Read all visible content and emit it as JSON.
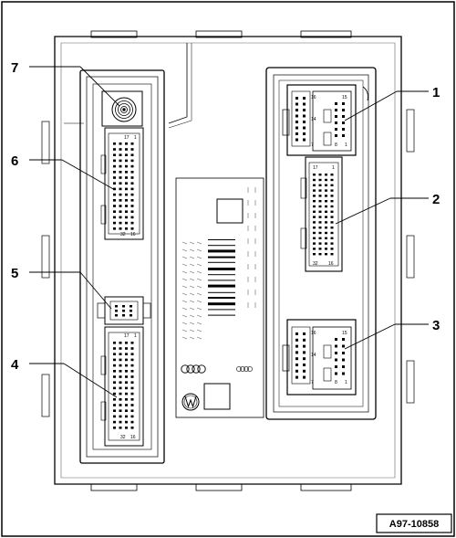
{
  "callouts": [
    {
      "id": "1",
      "label": "1"
    },
    {
      "id": "2",
      "label": "2"
    },
    {
      "id": "3",
      "label": "3"
    },
    {
      "id": "4",
      "label": "4"
    },
    {
      "id": "5",
      "label": "5"
    },
    {
      "id": "6",
      "label": "6"
    },
    {
      "id": "7",
      "label": "7"
    }
  ],
  "figure_ref": "A97-10858",
  "pin_labels": {
    "top_left_17": "17",
    "top_left_1": "1",
    "top_left_32": "32",
    "top_left_16": "16",
    "bottom_left_17": "17",
    "bottom_left_1": "1",
    "bottom_left_32": "32",
    "bottom_left_16": "16",
    "conn1_16": "16",
    "conn1_15": "15",
    "conn1_14": "14",
    "conn1_7": "7",
    "conn1_8": "8",
    "conn1_1": "1",
    "conn2_17": "17",
    "conn2_32": "32",
    "conn2_16": "16",
    "conn2_1": "1",
    "conn3_16": "16",
    "conn3_15": "15",
    "conn3_14": "14",
    "conn3_7": "7",
    "conn3_8": "8",
    "conn3_1": "1"
  }
}
